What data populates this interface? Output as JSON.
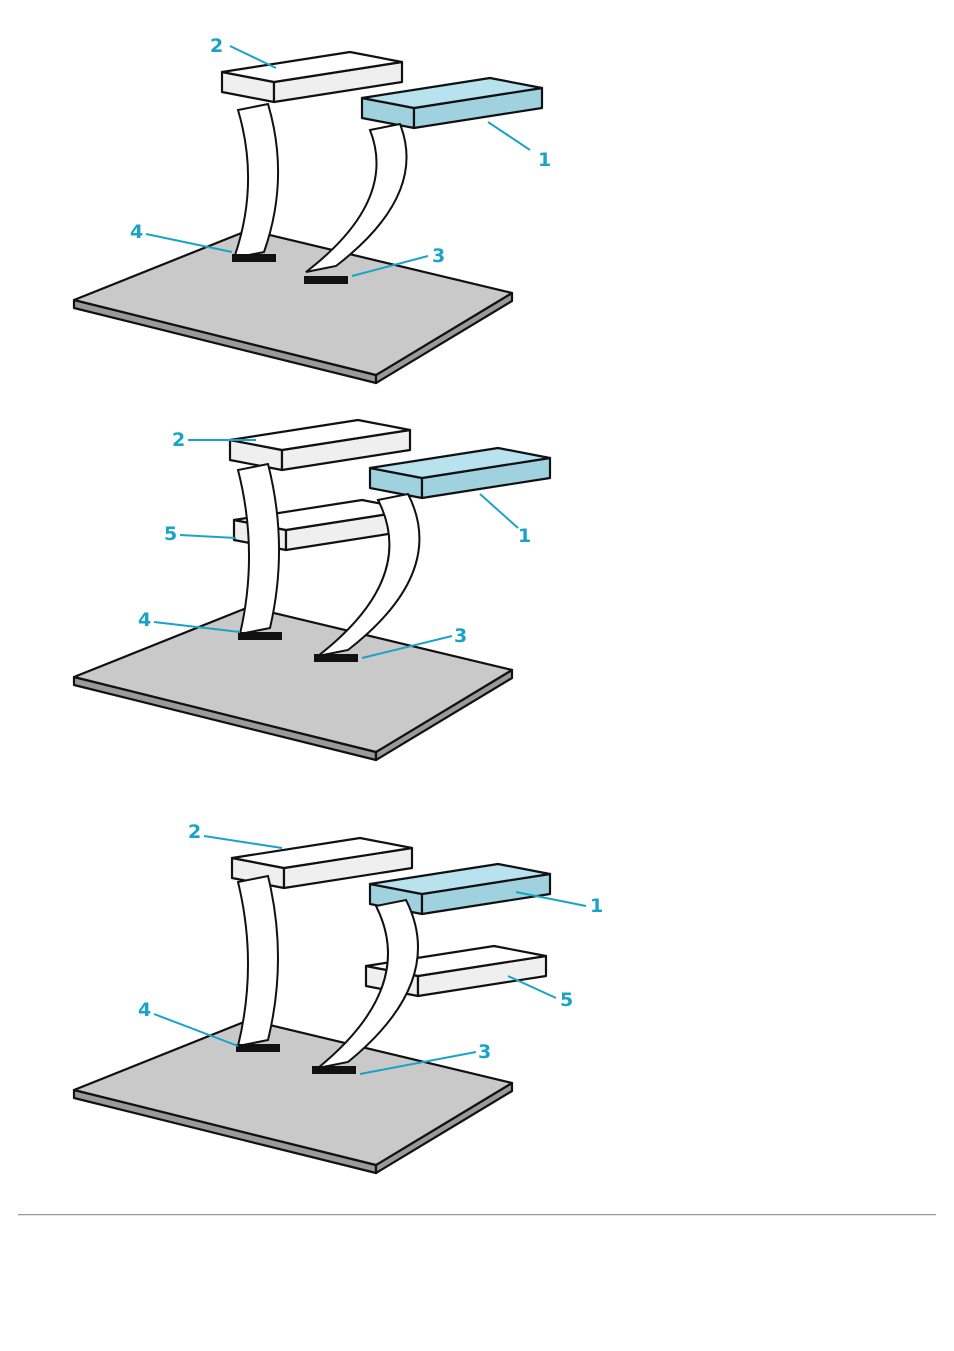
{
  "colors": {
    "outline": "#111111",
    "board_fill": "#c9c9c9",
    "board_edge": "#9a9a9a",
    "drive_white": "#ffffff",
    "drive_side": "#efefef",
    "drive_blue": "#b7e2ee",
    "drive_blue_side": "#9fd1df",
    "cable_fill": "#ffffff",
    "callout": "#1aa3c8"
  },
  "icons": {
    "drive": "optical-drive-icon",
    "board": "system-board-icon",
    "cable": "ribbon-cable-icon",
    "connector": "cable-connector-icon"
  },
  "figures": [
    {
      "id": "figure-1",
      "callouts": [
        {
          "key": "2",
          "label": "2"
        },
        {
          "key": "1",
          "label": "1"
        },
        {
          "key": "4",
          "label": "4"
        },
        {
          "key": "3",
          "label": "3"
        }
      ]
    },
    {
      "id": "figure-2",
      "callouts": [
        {
          "key": "2",
          "label": "2"
        },
        {
          "key": "1",
          "label": "1"
        },
        {
          "key": "5",
          "label": "5"
        },
        {
          "key": "4",
          "label": "4"
        },
        {
          "key": "3",
          "label": "3"
        }
      ]
    },
    {
      "id": "figure-3",
      "callouts": [
        {
          "key": "2",
          "label": "2"
        },
        {
          "key": "1",
          "label": "1"
        },
        {
          "key": "5",
          "label": "5"
        },
        {
          "key": "4",
          "label": "4"
        },
        {
          "key": "3",
          "label": "3"
        }
      ]
    }
  ]
}
